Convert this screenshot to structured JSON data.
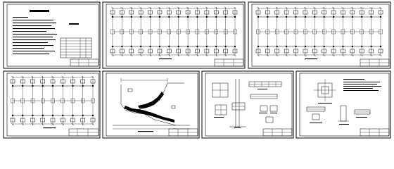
{
  "drawing_set": {
    "sheet_count": 7,
    "sheets": [
      {
        "id": "sheet-1",
        "kind": "design-notes"
      },
      {
        "id": "sheet-2",
        "kind": "foundation-grid-plan"
      },
      {
        "id": "sheet-3",
        "kind": "foundation-grid-plan"
      },
      {
        "id": "sheet-4",
        "kind": "foundation-grid-plan"
      },
      {
        "id": "sheet-5",
        "kind": "cross-section"
      },
      {
        "id": "sheet-6",
        "kind": "detail-drawings"
      },
      {
        "id": "sheet-7",
        "kind": "detail-drawings"
      }
    ]
  },
  "colors": {
    "ink": "#000000",
    "paper": "#ffffff"
  }
}
